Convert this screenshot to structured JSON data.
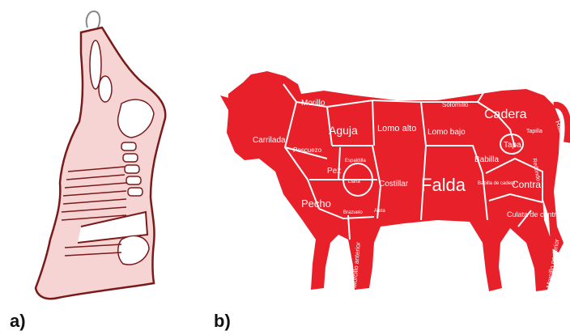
{
  "panels": {
    "a": {
      "label": "a)"
    },
    "b": {
      "label": "b)"
    }
  },
  "colors": {
    "cow_red": "#e8202a",
    "cut_lines": "#ffffff",
    "carcass_fill": "#f6d4d4",
    "carcass_outline": "#7a1a1a"
  },
  "cuts": {
    "morillo": "Morillo",
    "solomillo": "Solomillo",
    "cadera": "Cadera",
    "tapilla": "Tapilla",
    "rabo": "Rabo",
    "aguja": "Aguja",
    "lomo_alto": "Lomo alto",
    "lomo_bajo": "Lomo bajo",
    "carrilada": "Carrilada",
    "pescuezo": "Pescuezo",
    "espaldilla": "Espaldilla",
    "pez": "Pez",
    "llana": "Llana",
    "costillar": "Costillar",
    "falda": "Falda",
    "babilla": "Babilla",
    "tapa": "Tapa",
    "redondo": "Redondo",
    "babilla_de_cadera": "Babilla de cadera",
    "contra": "Contra",
    "pecho": "Pecho",
    "brazuelo": "Brazuelo",
    "aleta": "Aleta",
    "culata_de_contra": "Culata de contra",
    "morcillo_anterior": "Morcillo anterior",
    "morcillo_posterior": "Morcillo posterior"
  }
}
